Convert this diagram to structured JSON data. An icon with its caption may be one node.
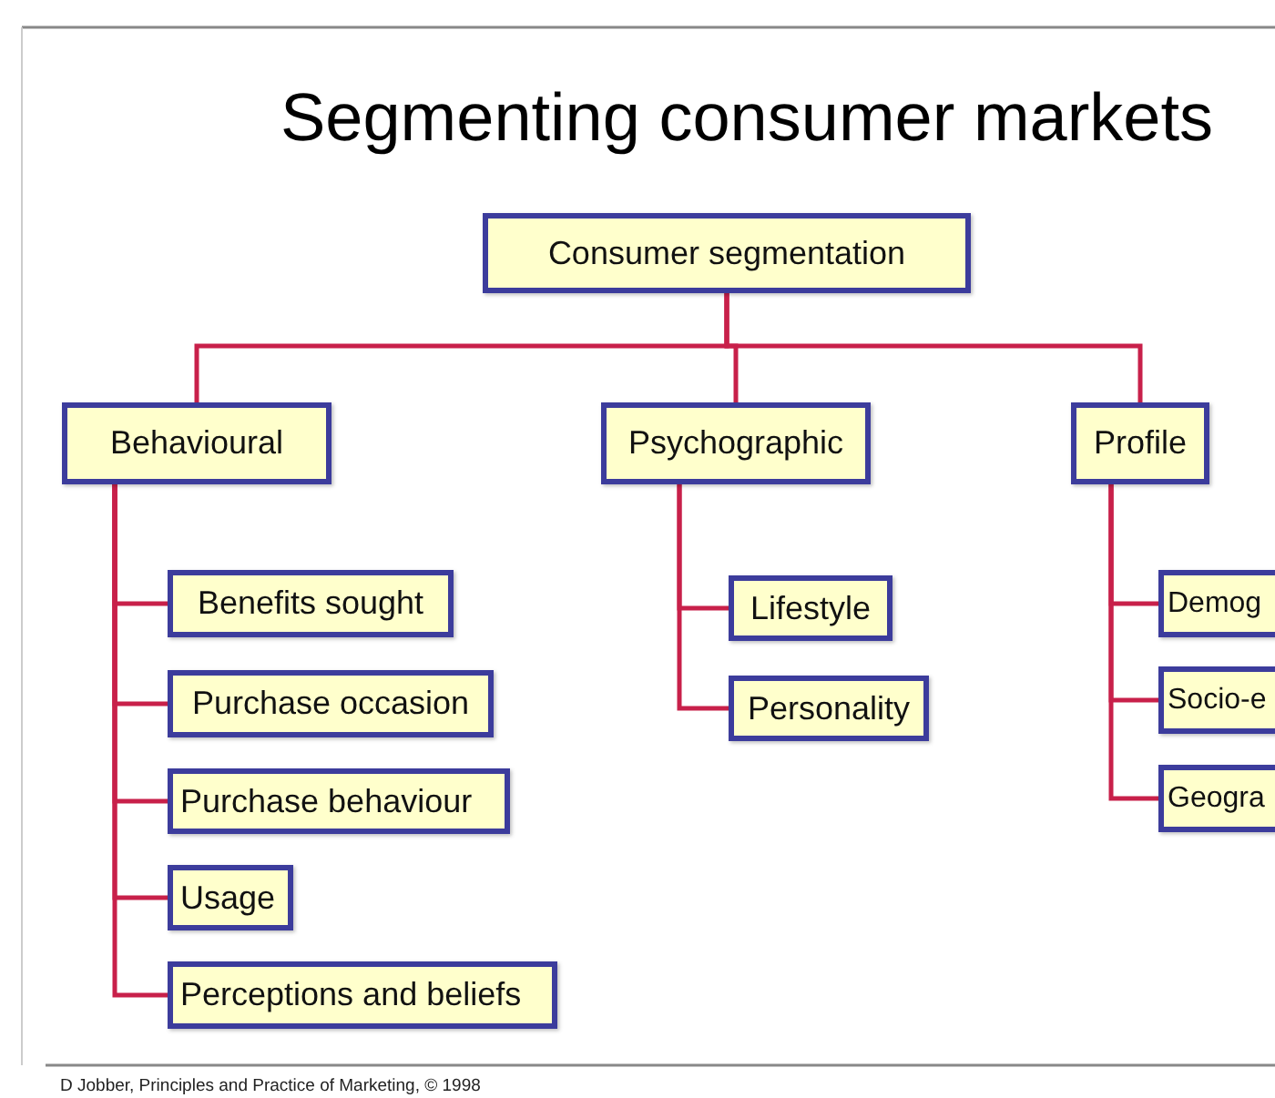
{
  "diagram": {
    "title": "Segmenting consumer markets",
    "nodes": [
      {
        "text": [
          "Consumer segmentation"
        ]
      },
      {
        "text": [
          "Behavioural"
        ]
      },
      {
        "text": [
          "Psychographic"
        ]
      },
      {
        "text": [
          "Profile"
        ]
      },
      {
        "text": [
          "Benefits sought"
        ]
      },
      {
        "text": [
          "Purchase occasion"
        ]
      },
      {
        "text": [
          "Purchase behaviour"
        ]
      },
      {
        "text": [
          "Usage"
        ]
      },
      {
        "text": [
          "Perceptions and beliefs"
        ]
      },
      {
        "text": [
          "Lifestyle"
        ]
      },
      {
        "text": [
          "Personality"
        ]
      },
      {
        "text": [
          "Demog"
        ]
      },
      {
        "text": [
          "Socio-e"
        ]
      },
      {
        "text": [
          "Geogra"
        ]
      }
    ],
    "edges": [
      {
        "from": 0,
        "to": 1,
        "arrow": "none"
      },
      {
        "from": 0,
        "to": 2,
        "arrow": "none"
      },
      {
        "from": 0,
        "to": 3,
        "arrow": "none"
      },
      {
        "from": 1,
        "to": 4,
        "arrow": "none"
      },
      {
        "from": 1,
        "to": 5,
        "arrow": "none"
      },
      {
        "from": 1,
        "to": 6,
        "arrow": "none"
      },
      {
        "from": 1,
        "to": 7,
        "arrow": "none"
      },
      {
        "from": 1,
        "to": 8,
        "arrow": "none"
      },
      {
        "from": 2,
        "to": 9,
        "arrow": "none"
      },
      {
        "from": 2,
        "to": 10,
        "arrow": "none"
      },
      {
        "from": 3,
        "to": 11,
        "arrow": "none"
      },
      {
        "from": 3,
        "to": 12,
        "arrow": "none"
      },
      {
        "from": 3,
        "to": 13,
        "arrow": "none"
      }
    ],
    "caption": "D Jobber, Principles and Practice of Marketing, © 1998"
  }
}
